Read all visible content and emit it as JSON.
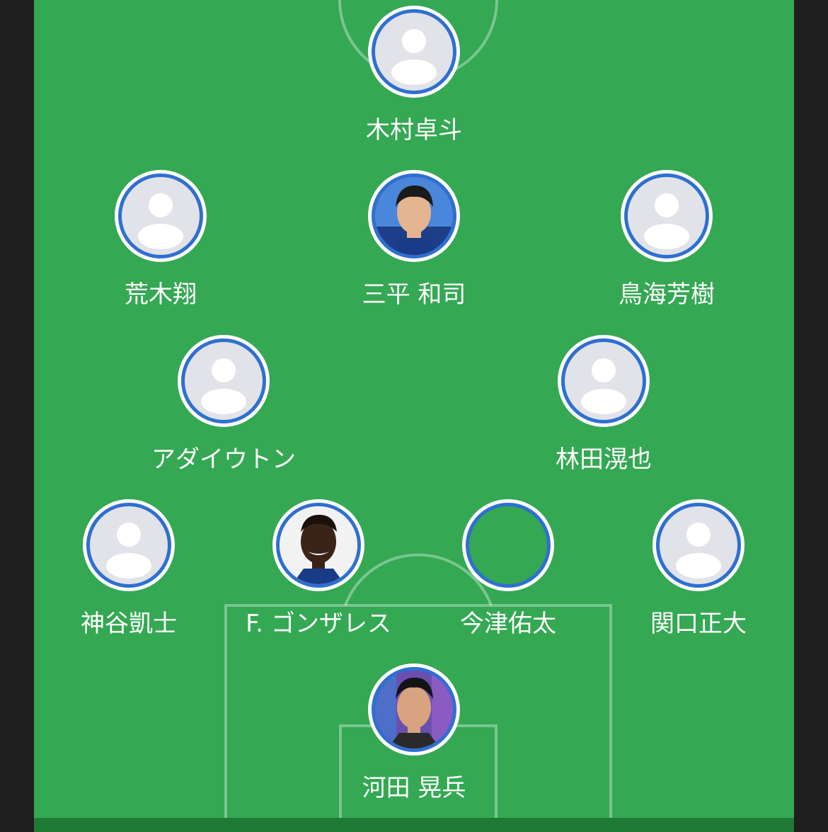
{
  "colors": {
    "pitch": "#34a853",
    "pitch_stripe": "#1f7a36",
    "background": "#1f1f1f",
    "avatar_ring": "#2f6fd1",
    "avatar_placeholder": "#e1e3e8",
    "name_text": "#ffffff"
  },
  "formation": {
    "players": [
      {
        "id": "kimura",
        "name": "木村卓斗",
        "avatar": "placeholder"
      },
      {
        "id": "araki",
        "name": "荒木翔",
        "avatar": "placeholder"
      },
      {
        "id": "mihira",
        "name": "三平 和司",
        "avatar": "photo"
      },
      {
        "id": "chokai",
        "name": "鳥海芳樹",
        "avatar": "placeholder"
      },
      {
        "id": "adaiton",
        "name": "アダイウトン",
        "avatar": "placeholder"
      },
      {
        "id": "hayashida",
        "name": "林田滉也",
        "avatar": "placeholder"
      },
      {
        "id": "kamiya",
        "name": "神谷凱士",
        "avatar": "placeholder"
      },
      {
        "id": "gonzalez",
        "name": "F. ゴンザレス",
        "avatar": "photo"
      },
      {
        "id": "imazu",
        "name": "今津佑太",
        "avatar": "empty"
      },
      {
        "id": "sekiguchi",
        "name": "関口正大",
        "avatar": "placeholder"
      },
      {
        "id": "kawata",
        "name": "河田 晃兵",
        "avatar": "photo"
      }
    ]
  }
}
